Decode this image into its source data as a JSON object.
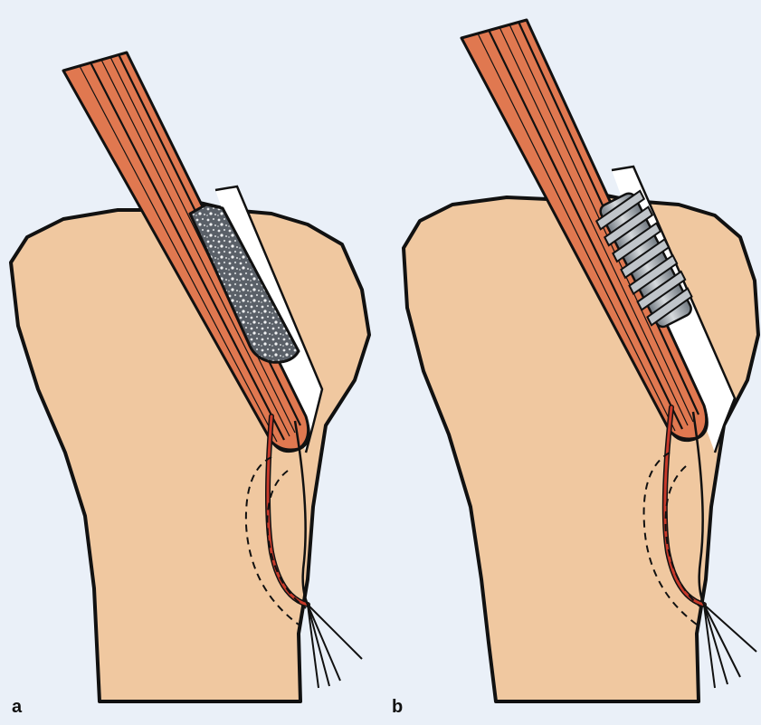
{
  "panels": [
    {
      "label": "a",
      "implant": "bone-block-graft"
    },
    {
      "label": "b",
      "implant": "interference-screw"
    }
  ],
  "colors": {
    "background": "#eaf0f8",
    "bone": "#f0c8a0",
    "tendon": "#e07850",
    "suture": "#c83a2a",
    "graft_block": "#808890",
    "screw": "#9aa2aa",
    "outline": "#111111"
  }
}
